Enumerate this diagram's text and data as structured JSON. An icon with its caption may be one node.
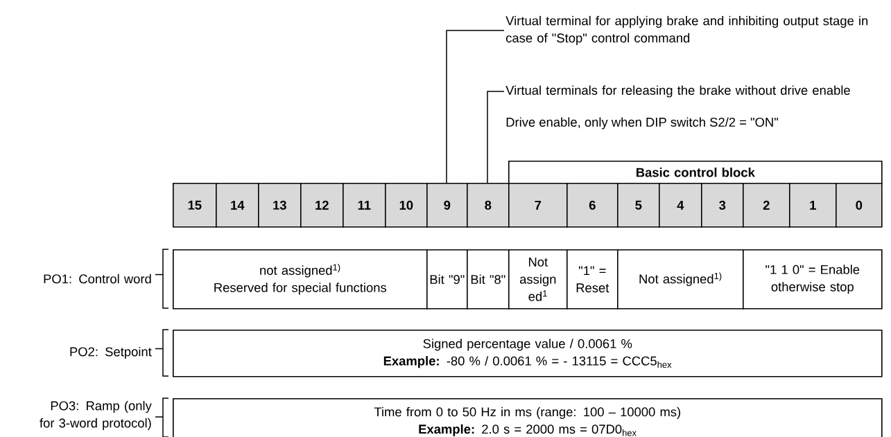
{
  "diagram": {
    "nodes": [
      {
        "text": [
          "Virtual terminal for applying brake and inhibiting output stage in case of \"Stop\" control command"
        ]
      },
      {
        "text": [
          "Virtual terminals for releasing the brake without drive enable"
        ]
      },
      {
        "text": [
          "Basic control block"
        ]
      },
      {
        "text": [
          "15"
        ]
      },
      {
        "text": [
          "14"
        ]
      },
      {
        "text": [
          "13"
        ]
      },
      {
        "text": [
          "12"
        ]
      },
      {
        "text": [
          "11"
        ]
      },
      {
        "text": [
          "10"
        ]
      },
      {
        "text": [
          "9"
        ]
      },
      {
        "text": [
          "8"
        ]
      },
      {
        "text": [
          "7"
        ]
      },
      {
        "text": [
          "6"
        ]
      },
      {
        "text": [
          "5"
        ]
      },
      {
        "text": [
          "4"
        ]
      },
      {
        "text": [
          "3"
        ]
      },
      {
        "text": [
          "2"
        ]
      },
      {
        "text": [
          "1"
        ]
      },
      {
        "text": [
          "0"
        ]
      },
      {
        "text": [
          "not assigned$^{1)}$",
          "Reserved for special functions"
        ]
      },
      {
        "text": [
          "Bit \"9\""
        ]
      },
      {
        "text": [
          "Bit \"8\""
        ]
      },
      {
        "text": [
          "Not assign ed$^{1}$"
        ]
      },
      {
        "text": [
          "\"1\" = Reset"
        ]
      },
      {
        "text": [
          "Not assigned$^{1)}$"
        ]
      },
      {
        "text": [
          "\"1 1 0\" = Enable otherwise stop"
        ]
      },
      {
        "text": [
          "Signed percentage value / 0.0061 %",
          "**Example:** -80 % / 0.0061 % = - 13115 = CCC5$_{hex}$"
        ]
      },
      {
        "text": [
          "Time from 0 to 50 Hz in ms (range: 100 – 10000 ms)",
          "**Example:** 2.0 s = 2000 ms = 07D0$_{hex}$"
        ]
      }
    ],
    "edges": [
      {
        "from": 0,
        "to": 9,
        "arrow": "none"
      },
      {
        "from": 1,
        "to": 10,
        "arrow": "none"
      }
    ],
    "labels": [
      "Drive enable, only when DIP switch S2/2 = \"ON\"",
      "PO1: Control word",
      "PO2: Setpoint",
      "PO3: Ramp (only for 3-word protocol)"
    ]
  }
}
